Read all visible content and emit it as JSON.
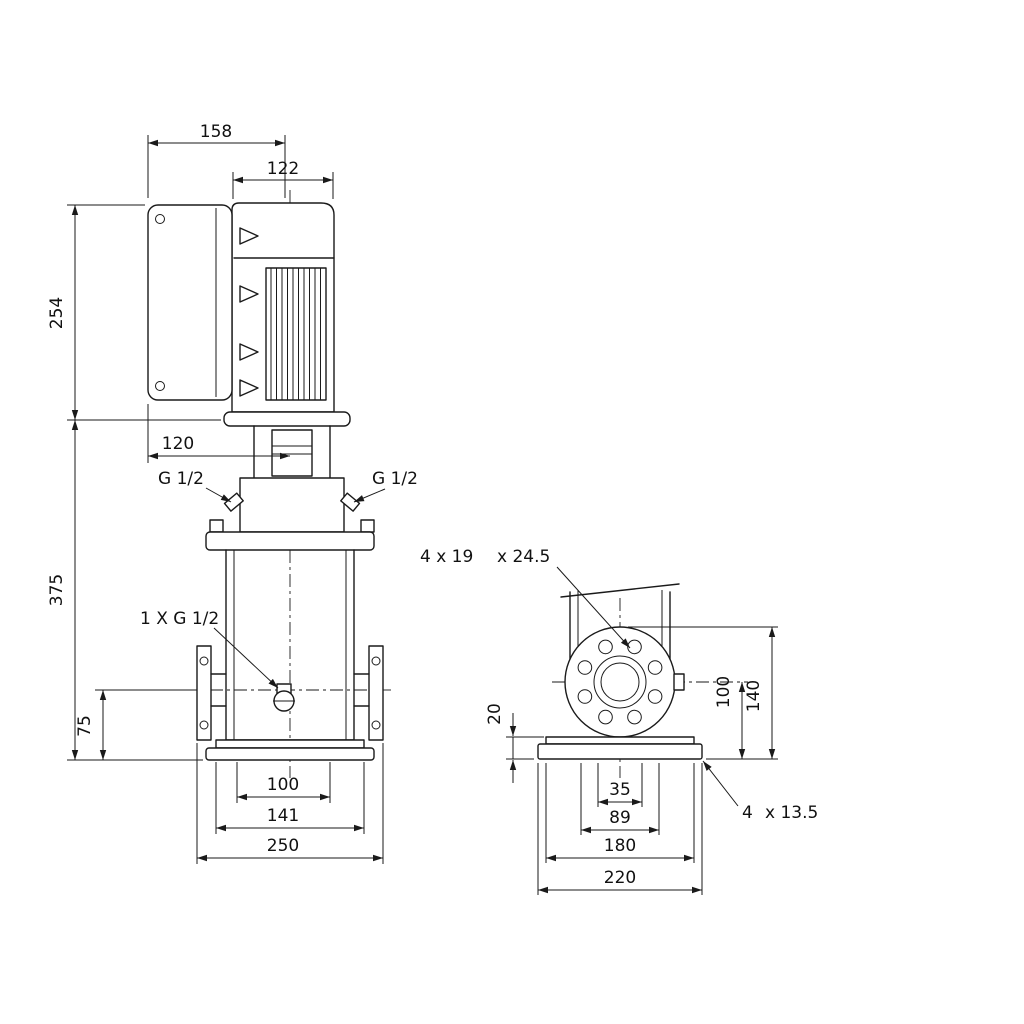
{
  "drawing": {
    "side_view": {
      "dim_depth_total": "158",
      "dim_motor_width": "122",
      "dim_motor_height": "254",
      "dim_front_to_center": "120",
      "dim_pump_height": "375",
      "dim_port_center_height": "75",
      "dim_base_holes": "100",
      "dim_base_plate": "141",
      "dim_flange_faces": "250",
      "port_left_label": "G 1/2",
      "port_right_label": "G 1/2",
      "drain_label": "1 X G 1/2"
    },
    "end_view": {
      "flange_holes_note_a": "4 x 19",
      "flange_holes_note_b": "x 24.5",
      "dim_base_height": "20",
      "dim_port_center_height": "100",
      "dim_flange_top_height": "140",
      "dim_holes_inner": "35",
      "dim_holes_outer": "89",
      "dim_foot_width": "180",
      "dim_base_width": "220",
      "base_holes_note_a": "4",
      "base_holes_note_b": "x 13.5"
    }
  }
}
